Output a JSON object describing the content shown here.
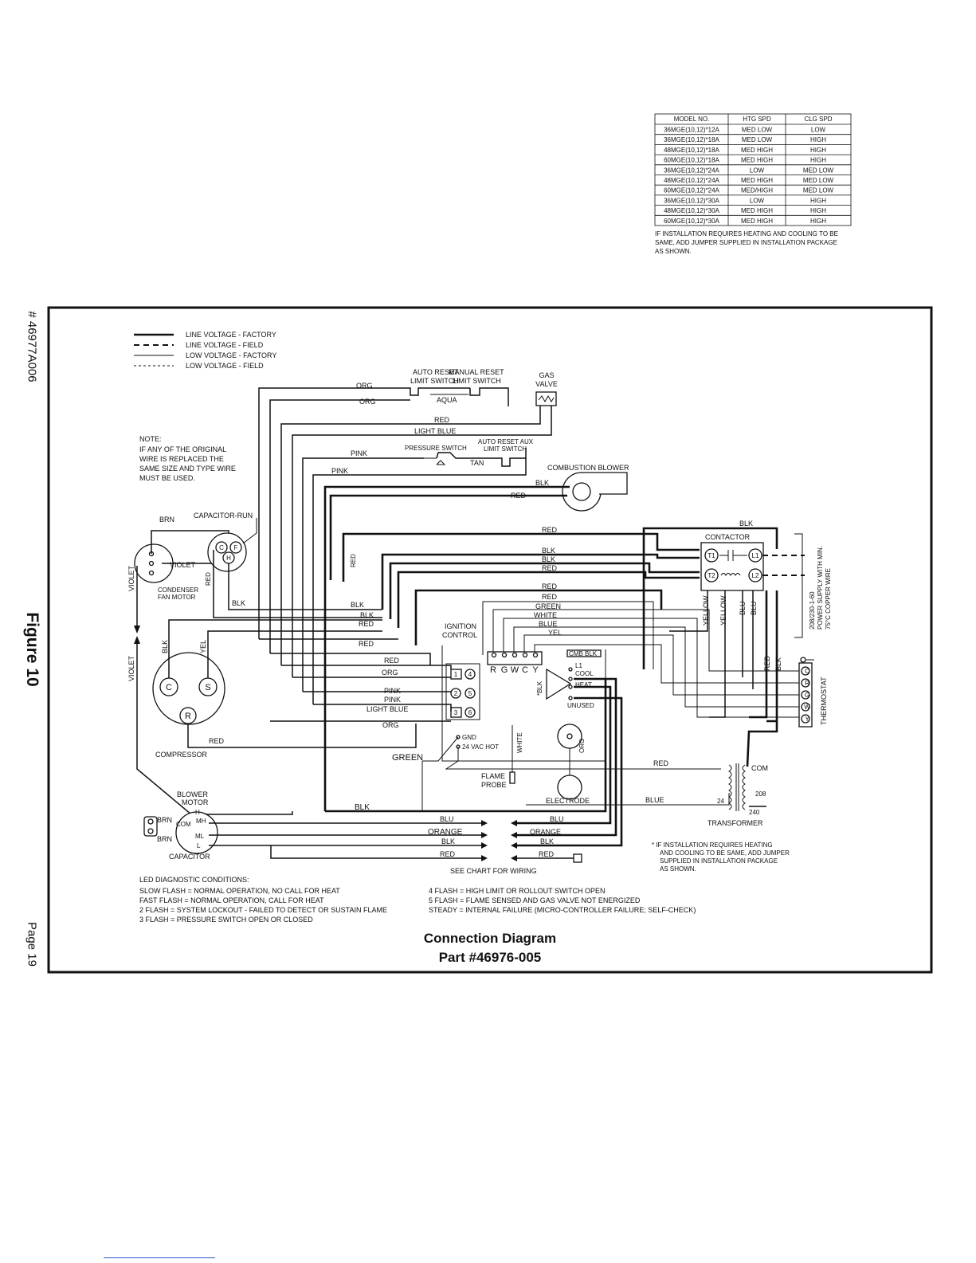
{
  "side": {
    "doc_number": "# 46977A006",
    "figure_label": "Figure 10",
    "page_label": "Page 19"
  },
  "legend": [
    {
      "line": "solid-thick",
      "label": "LINE VOLTAGE - FACTORY"
    },
    {
      "line": "dashed-thick",
      "label": "LINE VOLTAGE - FIELD"
    },
    {
      "line": "solid-thin",
      "label": "LOW VOLTAGE - FACTORY"
    },
    {
      "line": "dashed-thin",
      "label": "LOW VOLTAGE - FIELD"
    }
  ],
  "note": {
    "lines": [
      "NOTE:",
      "IF ANY OF THE ORIGINAL",
      "WIRE IS REPLACED THE",
      "SAME SIZE AND TYPE WIRE",
      "MUST BE USED."
    ]
  },
  "model_table": {
    "headers": [
      "MODEL NO.",
      "HTG SPD",
      "CLG SPD"
    ],
    "rows": [
      [
        "36MGE(10,12)*12A",
        "MED LOW",
        "LOW"
      ],
      [
        "36MGE(10,12)*18A",
        "MED LOW",
        "HIGH"
      ],
      [
        "48MGE(10,12)*18A",
        "MED HIGH",
        "HIGH"
      ],
      [
        "60MGE(10,12)*18A",
        "MED HIGH",
        "HIGH"
      ],
      [
        "36MGE(10,12)*24A",
        "LOW",
        "MED LOW"
      ],
      [
        "48MGE(10,12)*24A",
        "MED HIGH",
        "MED LOW"
      ],
      [
        "60MGE(10,12)*24A",
        "MED/HIGH",
        "MED LOW"
      ],
      [
        "36MGE(10,12)*30A",
        "LOW",
        "HIGH"
      ],
      [
        "48MGE(10,12)*30A",
        "MED HIGH",
        "HIGH"
      ],
      [
        "60MGE(10,12)*30A",
        "MED HIGH",
        "HIGH"
      ]
    ],
    "note_lines": [
      "IF INSTALLATION REQUIRES HEATING AND COOLING TO BE",
      "SAME, ADD JUMPER SUPPLIED IN INSTALLATION PACKAGE",
      "AS SHOWN."
    ]
  },
  "components": {
    "auto_reset": [
      "AUTO RESET",
      "LIMIT SWITCH"
    ],
    "manual_reset": [
      "MANUAL RESET",
      "LIMIT SWITCH"
    ],
    "gas_valve": [
      "GAS",
      "VALVE"
    ],
    "pressure_switch": "PRESSURE SWITCH",
    "auto_reset_aux": [
      "AUTO RESET AUX",
      "LIMIT SWITCH"
    ],
    "combustion_blower": "COMBUSTION BLOWER",
    "capacitor_run": "CAPACITOR-RUN",
    "condenser_fan_motor": [
      "CONDENSER",
      "FAN MOTOR"
    ],
    "compressor": "COMPRESSOR",
    "contactor": "CONTACTOR",
    "ignition_control": [
      "IGNITION",
      "CONTROL"
    ],
    "thermostat": "THERMOSTAT",
    "power_supply": [
      "208/230-1-60",
      "POWER SUPPLY WITH MIN.",
      "75°C COPPER WIRE"
    ],
    "transformer": "TRANSFORMER",
    "blower_motor": [
      "BLOWER",
      "MOTOR"
    ],
    "capacitor": "CAPACITOR",
    "flame_probe": [
      "FLAME",
      "PROBE"
    ],
    "electrode": "ELECTRODE",
    "see_chart": "SEE CHART FOR WIRING"
  },
  "terminals": {
    "thermostat_row": [
      "R",
      "G",
      "W",
      "C",
      "Y"
    ],
    "compressor": [
      "C",
      "S",
      "R"
    ],
    "capacitor_run": [
      "C",
      "F",
      "H"
    ],
    "contactor": [
      "T1",
      "L1",
      "T2",
      "L2"
    ],
    "plug": [
      "1",
      "4",
      "2",
      "5",
      "3",
      "6"
    ],
    "relay": [
      "CMB BLK",
      "L1",
      "COOL",
      "HEAT",
      "UNUSED"
    ],
    "ignition": [
      "GND",
      "24 VAC HOT"
    ],
    "transformer": [
      "COM",
      "208",
      "240",
      "24"
    ],
    "blower": [
      "H",
      "MH",
      "COM",
      "ML",
      "L"
    ],
    "thermostat_terms": [
      "Y",
      "W",
      "G",
      "R",
      "C"
    ]
  },
  "wires": {
    "org": "ORG",
    "aqua": "AQUA",
    "red": "RED",
    "light_blue": "LIGHT BLUE",
    "pink": "PINK",
    "tan": "TAN",
    "blk": "BLK",
    "brn": "BRN",
    "violet": "VIOLET",
    "yel": "YEL",
    "green": "GREEN",
    "white": "WHITE",
    "blue": "BLUE",
    "blu": "BLU",
    "yellow": "YELLOW",
    "orange": "ORANGE",
    "star_blk": "*BLK"
  },
  "footnote": [
    "* IF INSTALLATION REQUIRES HEATING",
    "AND COOLING TO BE SAME, ADD JUMPER",
    "SUPPLIED IN INSTALLATION PACKAGE",
    "AS SHOWN."
  ],
  "led": {
    "heading": "LED DIAGNOSTIC CONDITIONS:",
    "left": [
      "SLOW FLASH = NORMAL OPERATION, NO CALL FOR HEAT",
      "FAST FLASH = NORMAL OPERATION, CALL FOR HEAT",
      "2 FLASH = SYSTEM LOCKOUT - FAILED TO DETECT OR SUSTAIN FLAME",
      "3 FLASH = PRESSURE SWITCH OPEN OR CLOSED"
    ],
    "right": [
      "4 FLASH = HIGH LIMIT OR ROLLOUT SWITCH OPEN",
      "5 FLASH = FLAME SENSED AND GAS VALVE NOT ENERGIZED",
      "STEADY = INTERNAL FAILURE (MICRO-CONTROLLER FAILURE; SELF-CHECK)"
    ]
  },
  "title": {
    "line1": "Connection Diagram",
    "line2": "Part #46976-005"
  }
}
